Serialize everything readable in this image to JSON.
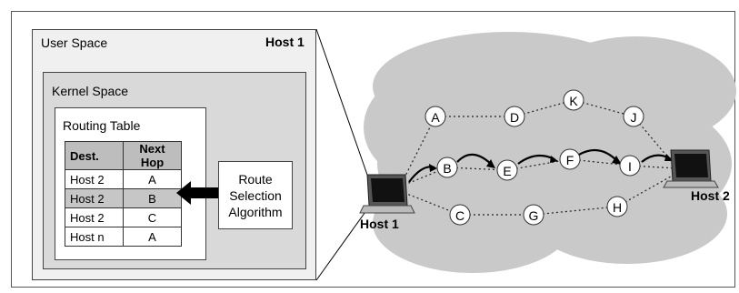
{
  "user_space": {
    "label": "User Space",
    "host": "Host 1"
  },
  "kernel_space": {
    "label": "Kernel Space"
  },
  "routing_table": {
    "title": "Routing Table",
    "headers": [
      "Dest.",
      "Next Hop"
    ],
    "rows": [
      {
        "dest": "Host 2",
        "hop": "A",
        "selected": false
      },
      {
        "dest": "Host 2",
        "hop": "B",
        "selected": true
      },
      {
        "dest": "Host 2",
        "hop": "C",
        "selected": false
      },
      {
        "dest": "Host n",
        "hop": "A",
        "selected": false
      }
    ]
  },
  "algorithm": {
    "line1": "Route",
    "line2": "Selection",
    "line3": "Algorithm"
  },
  "network": {
    "nodes": [
      "A",
      "B",
      "C",
      "D",
      "E",
      "F",
      "G",
      "H",
      "I",
      "J",
      "K"
    ],
    "host_left": "Host 1",
    "host_right": "Host 2",
    "highlighted_path": [
      "Host 1",
      "B",
      "E",
      "F",
      "I",
      "Host 2"
    ]
  },
  "colors": {
    "cloud": "#c9c9c9",
    "table_header": "#bdbdbd",
    "selected_row": "#c6c6c6"
  }
}
